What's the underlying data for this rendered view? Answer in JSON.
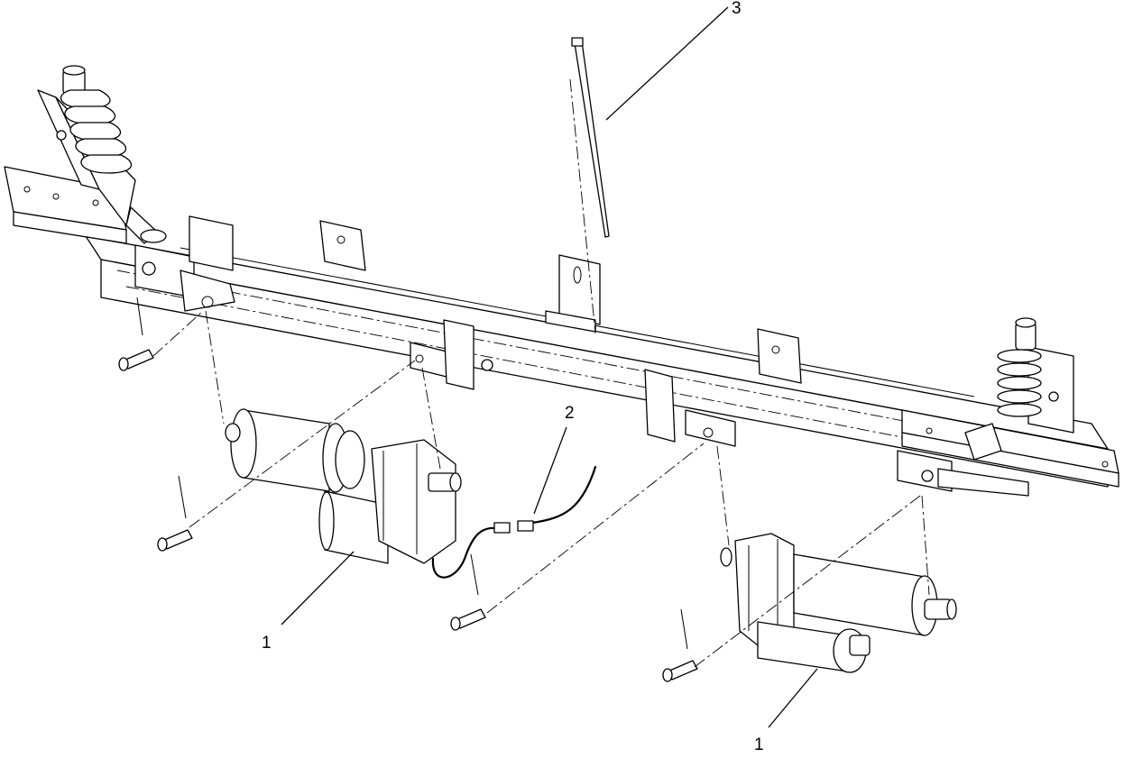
{
  "callouts": [
    {
      "id": "actuator-left",
      "label": "1"
    },
    {
      "id": "connector",
      "label": "2"
    },
    {
      "id": "cable-tie",
      "label": "3"
    },
    {
      "id": "actuator-right",
      "label": "1"
    }
  ],
  "line_color": "#000000",
  "background_color": "#ffffff"
}
